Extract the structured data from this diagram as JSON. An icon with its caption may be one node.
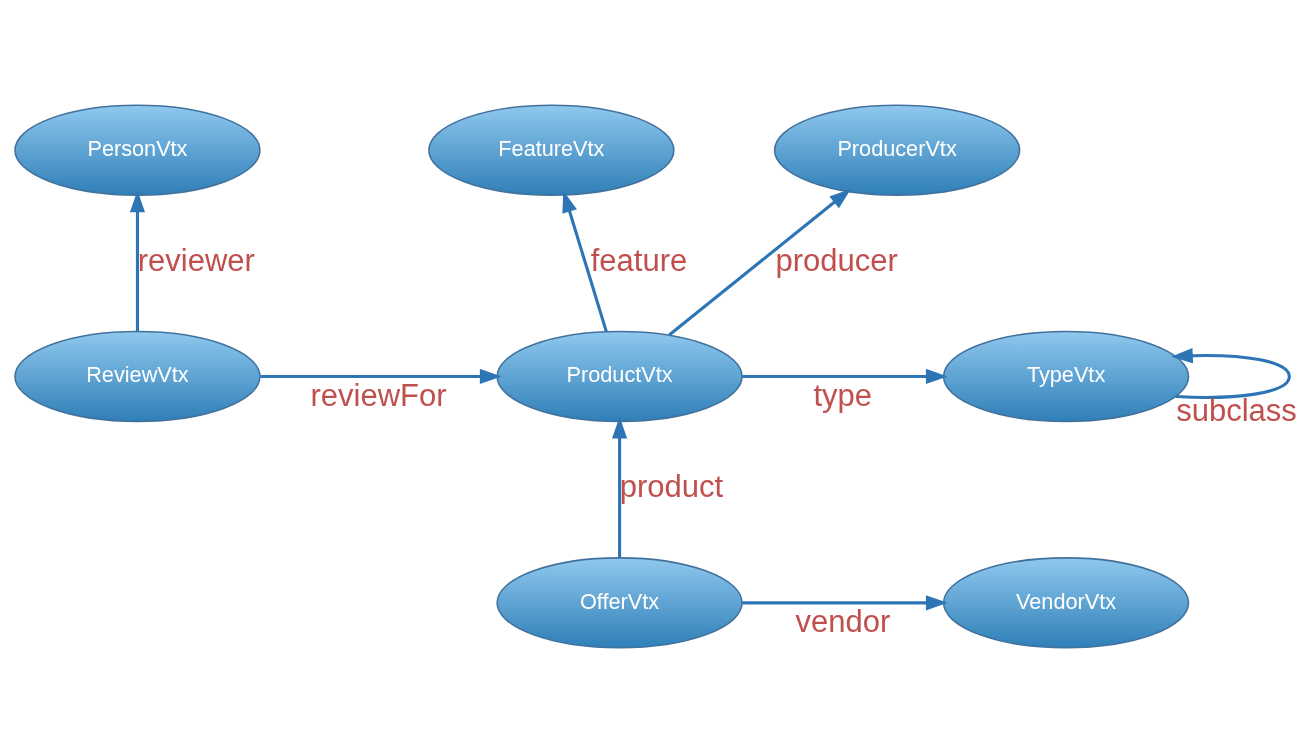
{
  "diagram": {
    "nodes": [
      {
        "text": [
          "ProducerVtx"
        ]
      },
      {
        "text": [
          "PersonVtx"
        ]
      },
      {
        "text": [
          "TypeVtx"
        ]
      },
      {
        "text": [
          "ProductVtx"
        ]
      },
      {
        "text": [
          "ReviewVtx"
        ]
      },
      {
        "text": [
          "FeatureVtx"
        ]
      },
      {
        "text": [
          "OfferVtx"
        ]
      },
      {
        "text": [
          "VendorVtx"
        ]
      }
    ],
    "edges": [
      {
        "from": 3,
        "to": 0,
        "arrow": "to",
        "label": "producer"
      },
      {
        "from": 4,
        "to": 1,
        "arrow": "to",
        "label": "reviewer"
      },
      {
        "from": 2,
        "to": 2,
        "arrow": "to",
        "label": "subclass"
      },
      {
        "from": 3,
        "to": 2,
        "arrow": "to",
        "label": "type"
      },
      {
        "from": 4,
        "to": 3,
        "arrow": "to",
        "label": "reviewFor"
      },
      {
        "from": 3,
        "to": 5,
        "arrow": "to",
        "label": "feature"
      },
      {
        "from": 6,
        "to": 3,
        "arrow": "to",
        "label": "product"
      },
      {
        "from": 6,
        "to": 7,
        "arrow": "to",
        "label": "vendor"
      }
    ]
  }
}
